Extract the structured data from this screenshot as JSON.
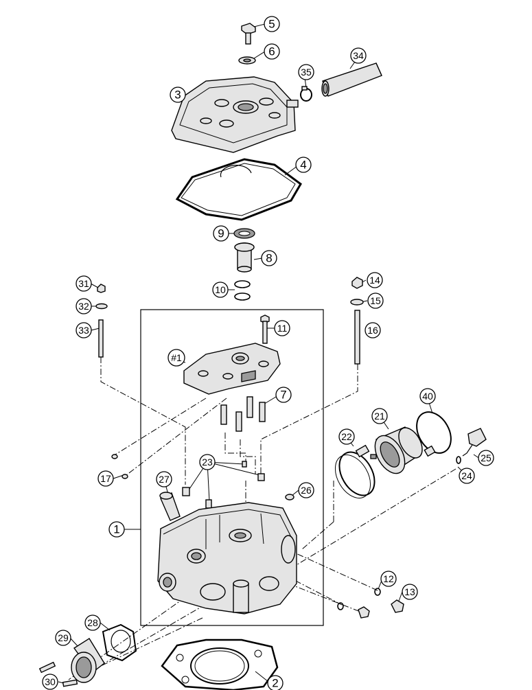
{
  "callouts": [
    {
      "id": "c1",
      "label": "1"
    },
    {
      "id": "c2",
      "label": "2"
    },
    {
      "id": "c3",
      "label": "3"
    },
    {
      "id": "c4",
      "label": "4"
    },
    {
      "id": "c5",
      "label": "5"
    },
    {
      "id": "c6",
      "label": "6"
    },
    {
      "id": "c7",
      "label": "7"
    },
    {
      "id": "c8",
      "label": "8"
    },
    {
      "id": "c9",
      "label": "9"
    },
    {
      "id": "c10",
      "label": "10"
    },
    {
      "id": "c11",
      "label": "11"
    },
    {
      "id": "c12",
      "label": "12"
    },
    {
      "id": "c13",
      "label": "13"
    },
    {
      "id": "c14",
      "label": "14"
    },
    {
      "id": "c15",
      "label": "15"
    },
    {
      "id": "c16",
      "label": "16"
    },
    {
      "id": "c17",
      "label": "17"
    },
    {
      "id": "c21",
      "label": "21"
    },
    {
      "id": "c22",
      "label": "22"
    },
    {
      "id": "c23",
      "label": "23"
    },
    {
      "id": "c24",
      "label": "24"
    },
    {
      "id": "c25",
      "label": "25"
    },
    {
      "id": "c26",
      "label": "26"
    },
    {
      "id": "c27",
      "label": "27"
    },
    {
      "id": "c28",
      "label": "28"
    },
    {
      "id": "c29",
      "label": "29"
    },
    {
      "id": "c30",
      "label": "30"
    },
    {
      "id": "c31",
      "label": "31"
    },
    {
      "id": "c32",
      "label": "32"
    },
    {
      "id": "c33",
      "label": "33"
    },
    {
      "id": "c34",
      "label": "34"
    },
    {
      "id": "c35",
      "label": "35"
    },
    {
      "id": "c40",
      "label": "40"
    },
    {
      "id": "cH1",
      "label": "#1"
    }
  ]
}
